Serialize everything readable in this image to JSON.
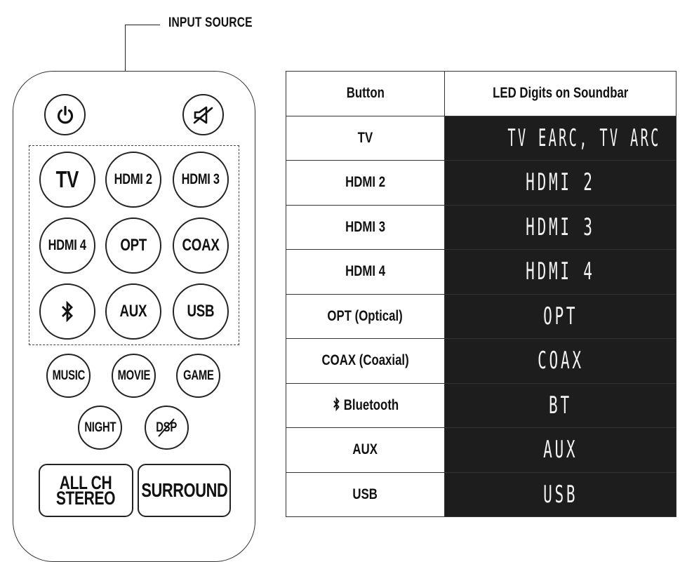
{
  "callout": {
    "label": "INPUT SOURCE"
  },
  "remote": {
    "top_buttons": {
      "power_icon": "power-icon",
      "mute_icon": "mute-speaker-icon"
    },
    "source_buttons": [
      [
        "TV",
        "HDMI 2",
        "HDMI 3"
      ],
      [
        "HDMI 4",
        "OPT",
        "COAX"
      ],
      [
        "bluetooth-icon",
        "AUX",
        "USB"
      ]
    ],
    "tv": "TV",
    "hdmi2": "HDMI 2",
    "hdmi3": "HDMI 3",
    "hdmi4": "HDMI 4",
    "opt": "OPT",
    "coax": "COAX",
    "aux": "AUX",
    "usb": "USB",
    "music": "MUSIC",
    "movie": "MOVIE",
    "game": "GAME",
    "night": "NIGHT",
    "dsp": "DSP",
    "all_ch_stereo": [
      "ALL CH",
      "STEREO"
    ],
    "surround": "SURROUND"
  },
  "table": {
    "headers": [
      "Button",
      "LED Digits on Soundbar"
    ],
    "rows": [
      {
        "button": "TV",
        "led": "TV EARC, TV ARC"
      },
      {
        "button": "HDMI 2",
        "led": "HDMI 2"
      },
      {
        "button": "HDMI 3",
        "led": "HDMI 3"
      },
      {
        "button": "HDMI 4",
        "led": "HDMI 4"
      },
      {
        "button": "OPT (Optical)",
        "led": "OPT"
      },
      {
        "button": "COAX (Coaxial)",
        "led": "COAX"
      },
      {
        "button": "Bluetooth",
        "icon": "bluetooth-icon",
        "led": "BT"
      },
      {
        "button": "AUX",
        "led": "AUX"
      },
      {
        "button": "USB",
        "led": "USB"
      }
    ]
  },
  "colors": {
    "led_background": "#1d1d1d",
    "led_text": "#f2f2f2",
    "outline": "#222222"
  }
}
